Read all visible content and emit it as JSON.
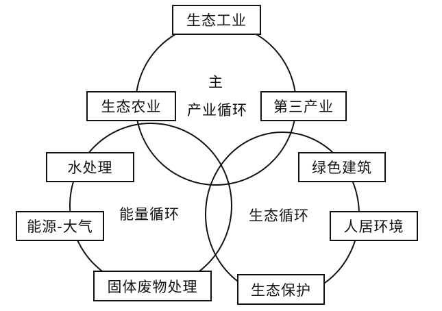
{
  "cycles": {
    "main_top": "主",
    "main_bottom": "产业循环",
    "energy": "能量循环",
    "ecology": "生态循环"
  },
  "boxes": {
    "eco_industry": "生态工业",
    "eco_agriculture": "生态农业",
    "tertiary_industry": "第三产业",
    "water_treatment": "水处理",
    "energy_atmosphere": "能源-大气",
    "solid_waste": "固体废物处理",
    "green_building": "绿色建筑",
    "living_environment": "人居环境",
    "eco_protection": "生态保护"
  }
}
